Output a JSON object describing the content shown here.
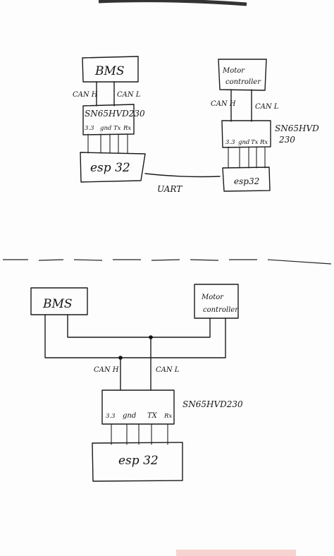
{
  "diagram_top": {
    "bms": "BMS",
    "motor_controller_line1": "Motor",
    "motor_controller_line2": "controller",
    "canh_left": "CAN H",
    "canl_left": "CAN L",
    "canh_right": "CAN H",
    "canl_right": "CAN L",
    "transceiver_left": "SN65HVD230",
    "transceiver_right_line1": "SN65HVD",
    "transceiver_right_line2": "230",
    "pin_3v3": "3.3",
    "pin_gnd": "gnd",
    "pin_tx": "Tx",
    "pin_rx": "Rx",
    "esp_left": "esp 32",
    "esp_right": "esp32",
    "link_label": "UART"
  },
  "diagram_bottom": {
    "bms": "BMS",
    "motor_controller_line1": "Motor",
    "motor_controller_line2": "controller",
    "canh": "CAN H",
    "canl": "CAN L",
    "transceiver": "SN65HVD230",
    "pin_3v3": "3.3",
    "pin_gnd": "gnd",
    "pin_tx": "TX",
    "pin_rx": "Rx",
    "esp": "esp 32"
  },
  "colors": {
    "ink": "#1a1a1a",
    "paper": "#fdfdfd",
    "bottom_tint": "#f4b7b2"
  }
}
